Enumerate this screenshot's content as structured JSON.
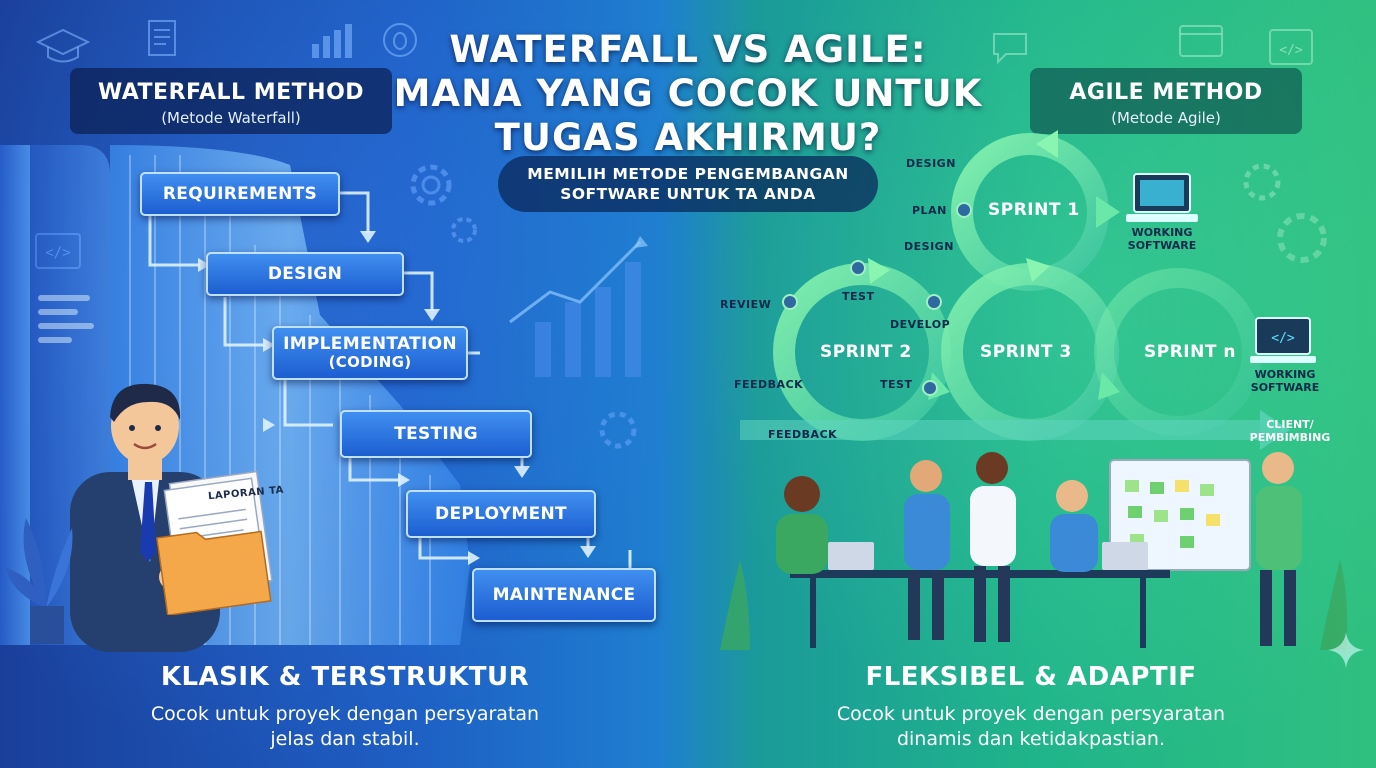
{
  "title": {
    "line1": "WATERFALL VS AGILE:",
    "line2": "MANA YANG COCOK UNTUK",
    "line3": "TUGAS AKHIRMU?"
  },
  "subtitle": {
    "line1": "MEMILIH METODE PENGEMBANGAN",
    "line2": "SOFTWARE UNTUK TA ANDA"
  },
  "waterfall": {
    "heading": "WATERFALL METHOD",
    "subheading": "(Metode Waterfall)",
    "steps": {
      "requirements": "REQUIREMENTS",
      "design": "DESIGN",
      "implementation_line1": "IMPLEMENTATION",
      "implementation_line2": "(CODING)",
      "testing": "TESTING",
      "deployment": "DEPLOYMENT",
      "maintenance": "MAINTENANCE"
    },
    "folder_label": "LAPORAN TA",
    "footer_title": "KLASIK & TERSTRUKTUR",
    "footer_line1": "Cocok untuk proyek dengan persyaratan",
    "footer_line2": "jelas dan stabil."
  },
  "agile": {
    "heading": "AGILE METHOD",
    "subheading": "(Metode Agile)",
    "sprints": {
      "s1": "SPRINT 1",
      "s2": "SPRINT 2",
      "s3": "SPRINT 3",
      "sn": "SPRINT n"
    },
    "labels": {
      "design_top": "DESIGN",
      "plan": "PLAN",
      "design_mid": "DESIGN",
      "test_top": "TEST",
      "review": "REVIEW",
      "develop": "DEVELOP",
      "feedback_mid": "FEEDBACK",
      "test_mid": "TEST",
      "feedback_arrow": "FEEDBACK",
      "working1_line1": "WORKING",
      "working1_line2": "SOFTWARE",
      "working2_line1": "WORKING",
      "working2_line2": "SOFTWARE",
      "client_line1": "CLIENT/",
      "client_line2": "PEMBIMBING"
    },
    "footer_title": "FLEKSIBEL & ADAPTIF",
    "footer_line1": "Cocok untuk proyek dengan persyaratan",
    "footer_line2": "dinamis dan ketidakpastian."
  },
  "colors": {
    "waterfall_step": "#2f78e8",
    "agile_arrow": "#5fe08a",
    "text": "#ffffff"
  }
}
